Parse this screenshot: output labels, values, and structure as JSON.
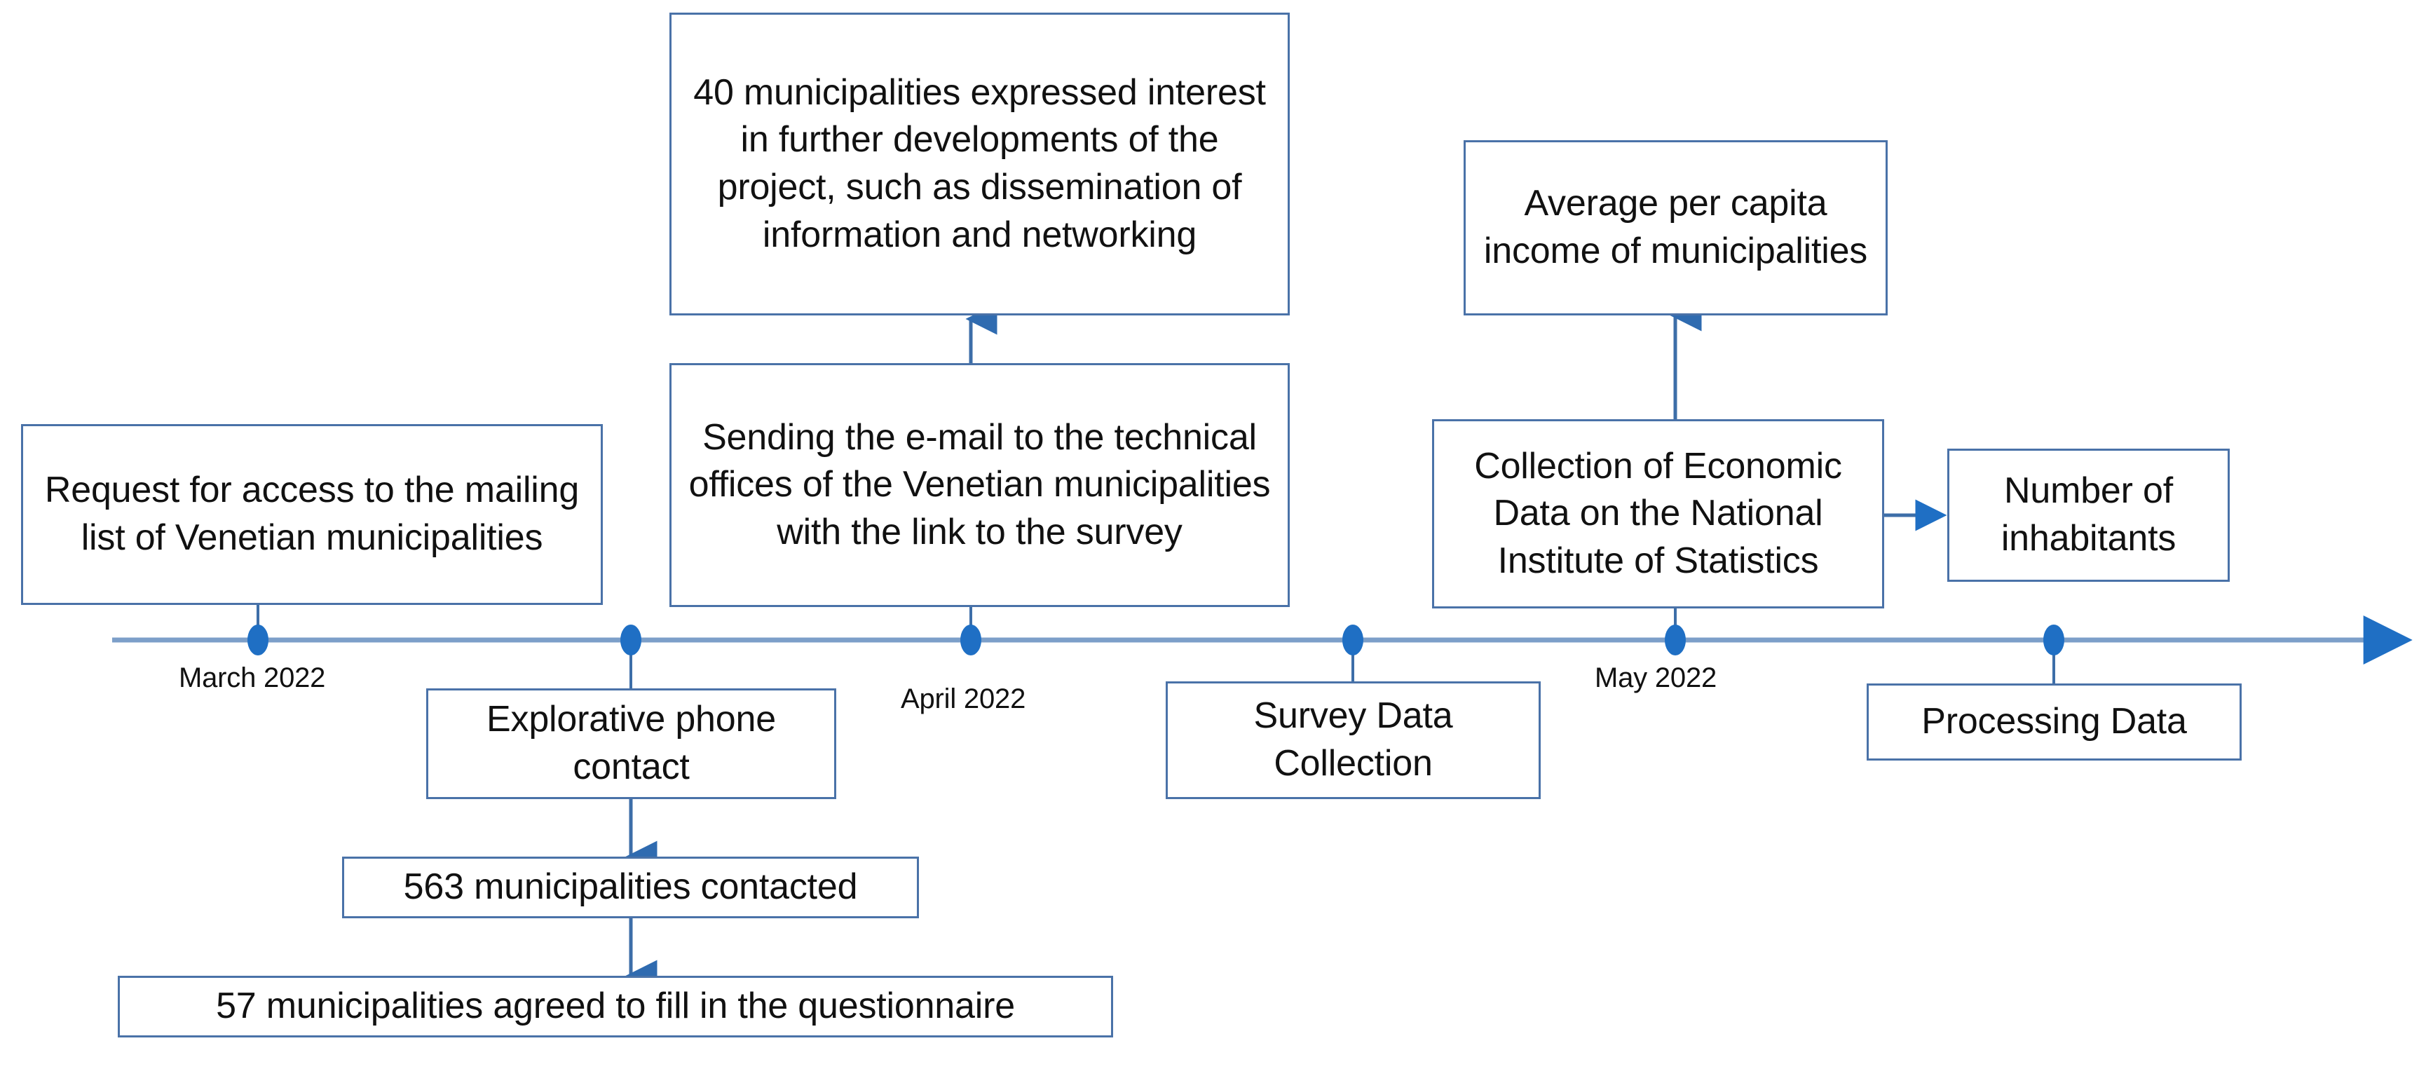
{
  "diagram": {
    "title": "Research methodology timeline (March 2022 - May 2022)",
    "colors": {
      "box_border": "#4a72a8",
      "axis_line": "#7c9fc9",
      "dot": "#1f6fc4",
      "connector": "#3d6ea8",
      "text": "#111111",
      "background": "#ffffff"
    }
  },
  "timeline": {
    "axis_label": "project timeline axis",
    "markers": [
      {
        "id": "m1",
        "date_label": "March 2022"
      },
      {
        "id": "m2",
        "date_label": ""
      },
      {
        "id": "m3",
        "date_label": "April 2022"
      },
      {
        "id": "m4",
        "date_label": ""
      },
      {
        "id": "m5",
        "date_label": "May 2022"
      },
      {
        "id": "m6",
        "date_label": ""
      }
    ],
    "date_labels": [
      "March 2022",
      "April 2022",
      "May 2022"
    ]
  },
  "nodes": {
    "request_access": "Request for access to the mailing list of Venetian municipalities",
    "explorative_call": "Explorative phone contact",
    "contacted": "563 municipalities contacted",
    "agreed": "57 municipalities agreed to fill in the questionnaire",
    "sending_email": "Sending the e-mail to the technical offices of the Venetian municipalities with the link to the survey",
    "interest": "40 municipalities expressed interest in further developments of the project, such as dissemination of information and networking",
    "survey_collection": "Survey Data Collection",
    "economic_data": "Collection of Economic Data on the National Institute of Statistics",
    "avg_income": "Average per capita income of municipalities",
    "inhabitants": "Number of inhabitants",
    "processing": "Processing Data"
  }
}
